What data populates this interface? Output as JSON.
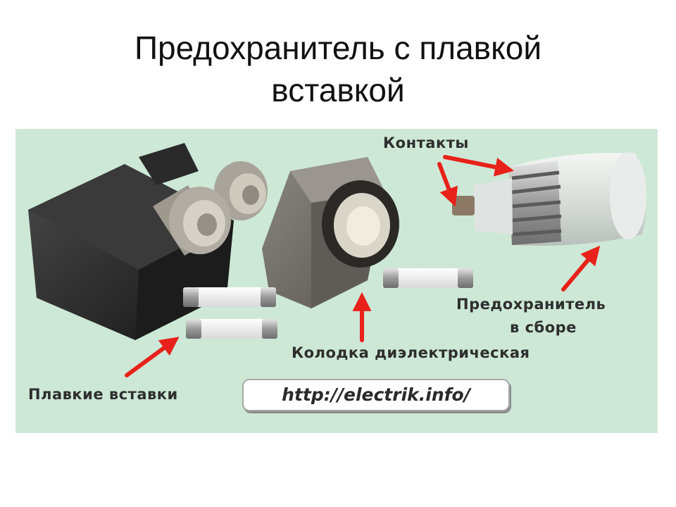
{
  "slide": {
    "title_line1": "Предохранитель с плавкой",
    "title_line2": "вставкой"
  },
  "figure": {
    "labels": {
      "contacts": "Контакты",
      "fuse_assembled_line1": "Предохранитель",
      "fuse_assembled_line2": "в сборе",
      "dielectric_block": "Колодка диэлектрическая",
      "fuse_links": "Плавкие вставки"
    },
    "watermark_url": "http://electrik.info/",
    "colors": {
      "background": "#cde8d6",
      "arrow": "#e8211a",
      "label_text": "#2e2e2e"
    }
  }
}
